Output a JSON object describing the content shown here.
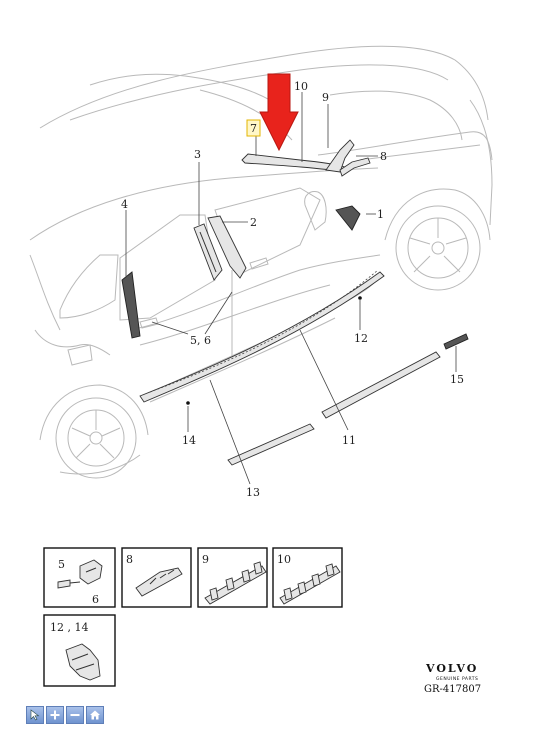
{
  "callouts": {
    "c1": "1",
    "c2": "2",
    "c3": "3",
    "c4": "4",
    "c56": "5, 6",
    "c7": "7",
    "c8": "8",
    "c9": "9",
    "c10": "10",
    "c11": "11",
    "c12": "12",
    "c13": "13",
    "c14": "14",
    "c15": "15"
  },
  "insets": {
    "i56_top": "5",
    "i56_bottom": "6",
    "i8": "8",
    "i9": "9",
    "i10": "10",
    "i1214": "12 , 14"
  },
  "brand": {
    "name": "VOLVO",
    "subtitle": "GENUINE PARTS"
  },
  "reference": "GR-417807",
  "toolbar": {
    "icons": [
      "pointer-icon",
      "zoom-in-icon",
      "zoom-out-icon",
      "home-icon"
    ],
    "color": "#6f93cf"
  },
  "highlight": {
    "arrow_color": "#e8231c",
    "box_color": "#e3b400"
  }
}
